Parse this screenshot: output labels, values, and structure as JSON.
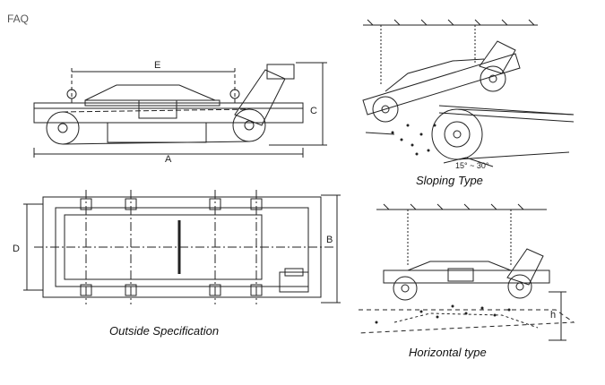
{
  "header": {
    "title": "FAQ"
  },
  "captions": {
    "sloping": "Sloping Type",
    "outside": "Outside Specification",
    "horizontal": "Horizontal type"
  },
  "dimensions": {
    "A": "A",
    "B": "B",
    "C": "C",
    "D": "D",
    "E": "E",
    "h": "h",
    "angle": "15° ~ 30°"
  }
}
